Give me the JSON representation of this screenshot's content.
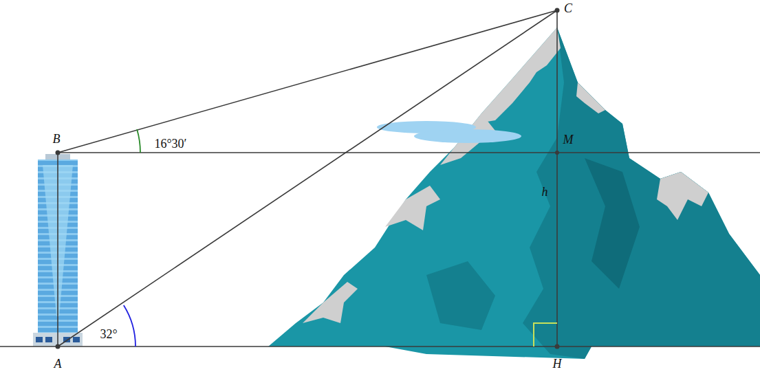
{
  "diagram": {
    "labels": [
      "C",
      "B",
      "M",
      "h",
      "16°30′",
      "32°",
      "A",
      "H"
    ]
  }
}
